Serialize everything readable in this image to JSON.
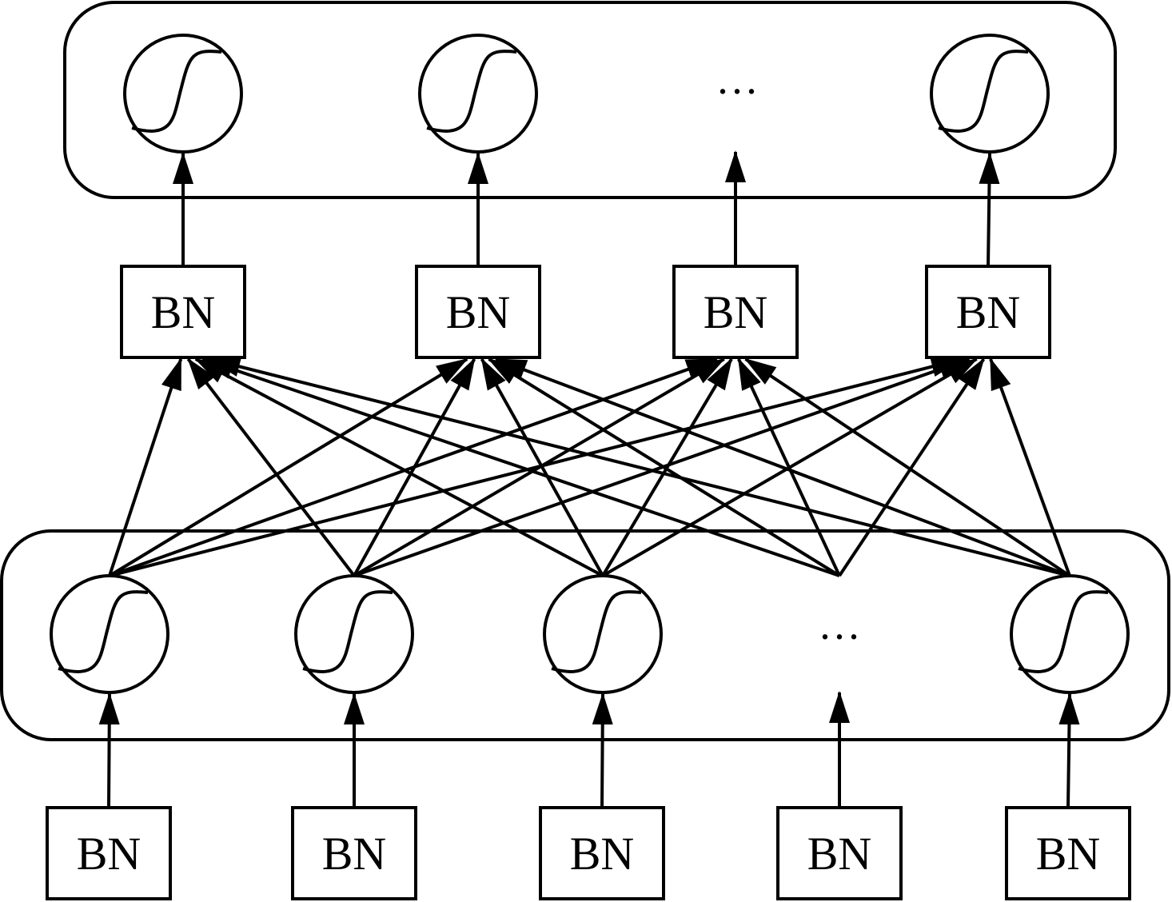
{
  "diagram": {
    "colors": {
      "stroke": "#000000",
      "background": "#ffffff"
    },
    "icons": {
      "neuron": "sigmoid-curve-icon",
      "arrowhead": "arrowhead-icon"
    },
    "output_layer": {
      "neurons": [
        {
          "label": ""
        },
        {
          "label": ""
        },
        {
          "label": ""
        }
      ],
      "ellipsis": "···"
    },
    "hidden_bn": [
      {
        "label": "BN"
      },
      {
        "label": "BN"
      },
      {
        "label": "BN"
      },
      {
        "label": "BN"
      }
    ],
    "input_layer": {
      "neurons": [
        {
          "label": ""
        },
        {
          "label": ""
        },
        {
          "label": ""
        },
        {
          "label": ""
        }
      ],
      "ellipsis": "···"
    },
    "input_bn": [
      {
        "label": "BN"
      },
      {
        "label": "BN"
      },
      {
        "label": "BN"
      },
      {
        "label": "BN"
      },
      {
        "label": "BN"
      }
    ]
  }
}
